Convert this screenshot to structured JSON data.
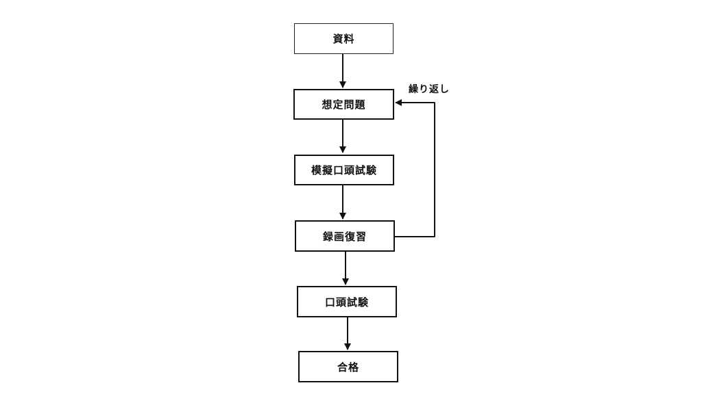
{
  "flowchart": {
    "steps": [
      {
        "label": "資料"
      },
      {
        "label": "想定問題"
      },
      {
        "label": "模擬口頭試験"
      },
      {
        "label": "録画復習"
      },
      {
        "label": "口頭試験"
      },
      {
        "label": "合格"
      }
    ],
    "loop_label": "繰り返し",
    "line_color": "#111111"
  }
}
